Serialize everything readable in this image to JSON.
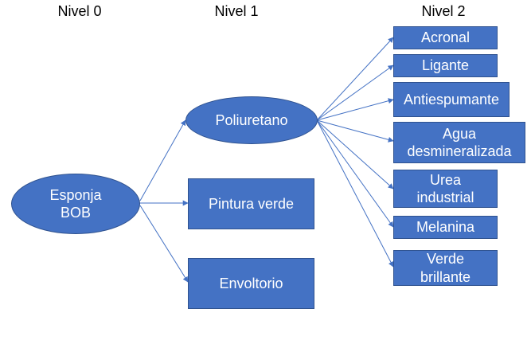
{
  "levels": {
    "level0": "Nivel 0",
    "level1": "Nivel 1",
    "level2": "Nivel 2"
  },
  "nodes": {
    "root": "Esponja BOB",
    "poliuretano": "Poliuretano",
    "pintura": "Pintura verde",
    "envoltorio": "Envoltorio",
    "acronal": "Acronal",
    "ligante": "Ligante",
    "antiespumante": "Antiespumante",
    "agua": "Agua desmineralizada",
    "urea": "Urea industrial",
    "melanina": "Melanina",
    "verde": "Verde brillante"
  },
  "colors": {
    "node_fill": "#4472c4",
    "node_border": "#2f528f",
    "edge": "#4472c4"
  }
}
